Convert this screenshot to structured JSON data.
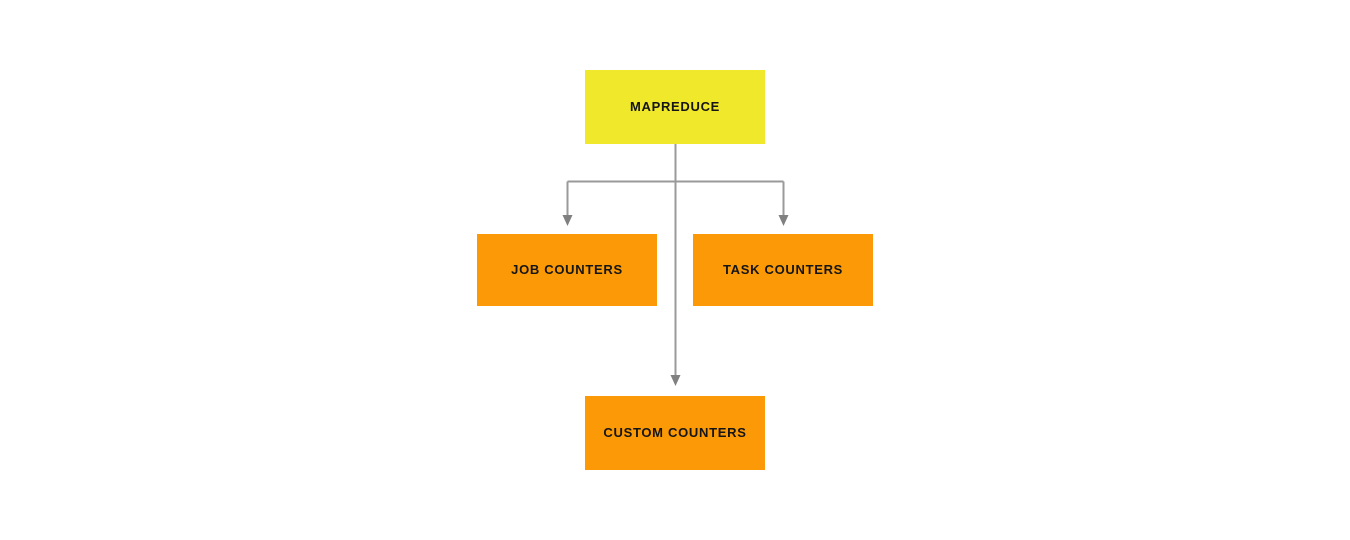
{
  "diagram": {
    "title_node": {
      "label": "MAPREDUCE",
      "color": "#F0E92B"
    },
    "children": [
      {
        "label": "JOB COUNTERS",
        "color": "#FB9A06"
      },
      {
        "label": "TASK COUNTERS",
        "color": "#FB9A06"
      },
      {
        "label": "CUSTOM COUNTERS",
        "color": "#FB9A06"
      }
    ],
    "connector_color": "#9a9a9a",
    "background_color": "#ffffff"
  }
}
